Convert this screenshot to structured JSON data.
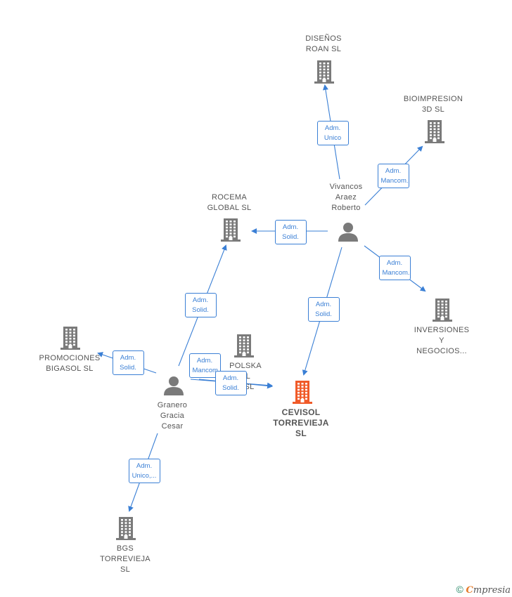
{
  "nodes": [
    {
      "id": "disenos",
      "type": "company",
      "lines": [
        "DISEÑOS",
        "ROAN  SL"
      ]
    },
    {
      "id": "bioimpresion",
      "type": "company",
      "lines": [
        "BIOIMPRESION",
        "3D  SL"
      ]
    },
    {
      "id": "rocema",
      "type": "company",
      "lines": [
        "ROCEMA",
        "GLOBAL  SL"
      ]
    },
    {
      "id": "vivancos",
      "type": "person",
      "lines": [
        "Vivancos",
        "Araez",
        "Roberto"
      ]
    },
    {
      "id": "inversiones",
      "type": "company",
      "lines": [
        "INVERSIONES",
        "Y",
        "NEGOCIOS..."
      ]
    },
    {
      "id": "promociones",
      "type": "company",
      "lines": [
        "PROMOCIONES",
        "BIGASOL SL"
      ]
    },
    {
      "id": "polska",
      "type": "company",
      "lines": [
        "POLSKA",
        "AL",
        "E  SL"
      ]
    },
    {
      "id": "cevisol",
      "type": "focus",
      "lines": [
        "CEVISOL",
        "TORREVIEJA",
        "SL"
      ]
    },
    {
      "id": "granero",
      "type": "person",
      "lines": [
        "Granero",
        "Gracia",
        "Cesar"
      ]
    },
    {
      "id": "bgs",
      "type": "company",
      "lines": [
        "BGS",
        "TORREVIEJA",
        "SL"
      ]
    }
  ],
  "edges": [
    {
      "from": "vivancos",
      "to": "disenos",
      "label": [
        "Adm.",
        "Unico"
      ]
    },
    {
      "from": "vivancos",
      "to": "bioimpresion",
      "label": [
        "Adm.",
        "Mancom."
      ]
    },
    {
      "from": "vivancos",
      "to": "rocema",
      "label": [
        "Adm.",
        "Solid."
      ]
    },
    {
      "from": "vivancos",
      "to": "inversiones",
      "label": [
        "Adm.",
        "Mancom."
      ]
    },
    {
      "from": "vivancos",
      "to": "cevisol",
      "label": [
        "Adm.",
        "Solid."
      ]
    },
    {
      "from": "granero",
      "to": "rocema",
      "label": [
        "Adm.",
        "Solid."
      ]
    },
    {
      "from": "granero",
      "to": "promociones",
      "label": [
        "Adm.",
        "Solid."
      ]
    },
    {
      "from": "granero",
      "to": "polska",
      "label": [
        "Adm.",
        "Mancom."
      ]
    },
    {
      "from": "granero",
      "to": "cevisol",
      "label": [
        "Adm.",
        "Solid."
      ]
    },
    {
      "from": "granero",
      "to": "bgs",
      "label": [
        "Adm.",
        "Unico,..."
      ]
    }
  ],
  "footer": {
    "copyright": "©",
    "brand_first": "C",
    "brand_rest": "mpresia"
  },
  "colors": {
    "edge": "#3a7fd5",
    "node": "#7a7a7a",
    "focus": "#f05a28"
  }
}
